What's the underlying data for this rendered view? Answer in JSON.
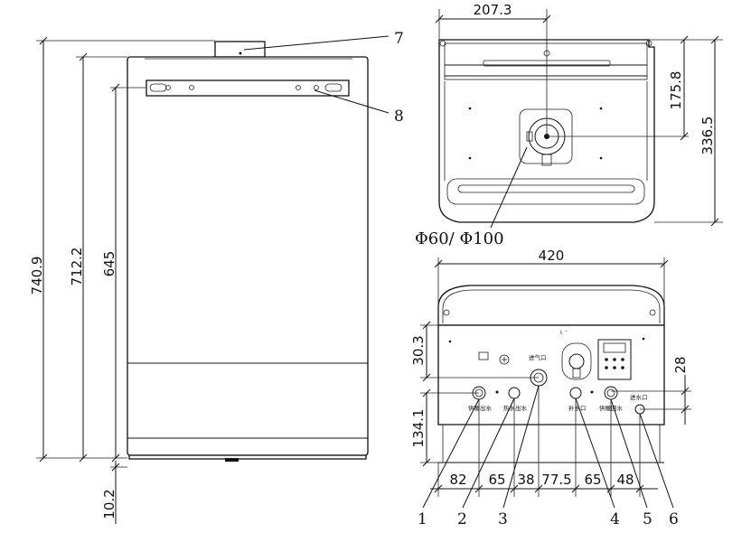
{
  "side_view": {
    "dimensions": {
      "overall_height": "740.9",
      "casing_height": "712.2",
      "bracket_height": "645",
      "bottom_offset": "10.2"
    },
    "callouts": {
      "flue": "7",
      "bracket": "8"
    }
  },
  "top_view": {
    "dimensions": {
      "flue_offset_x": "207.3",
      "flue_offset_y": "175.8",
      "depth": "336.5"
    },
    "flue_diameter_label": "Φ60/ Φ100"
  },
  "bottom_view": {
    "dimensions": {
      "width": "420",
      "top_offset": "30.3",
      "pipe_height": "134.1",
      "inlet_offset": "28",
      "spacing": [
        "82",
        "65",
        "38",
        "77.5",
        "65",
        "48"
      ]
    },
    "connection_labels": {
      "heating_supply": "供暖出水",
      "hot_water_out": "热水出水",
      "gas_inlet": "进气口",
      "refill": "补水口",
      "heating_return": "供暖回水",
      "cold_water_in": "进水口"
    },
    "callouts": [
      "1",
      "2",
      "3",
      "4",
      "5",
      "6"
    ]
  }
}
